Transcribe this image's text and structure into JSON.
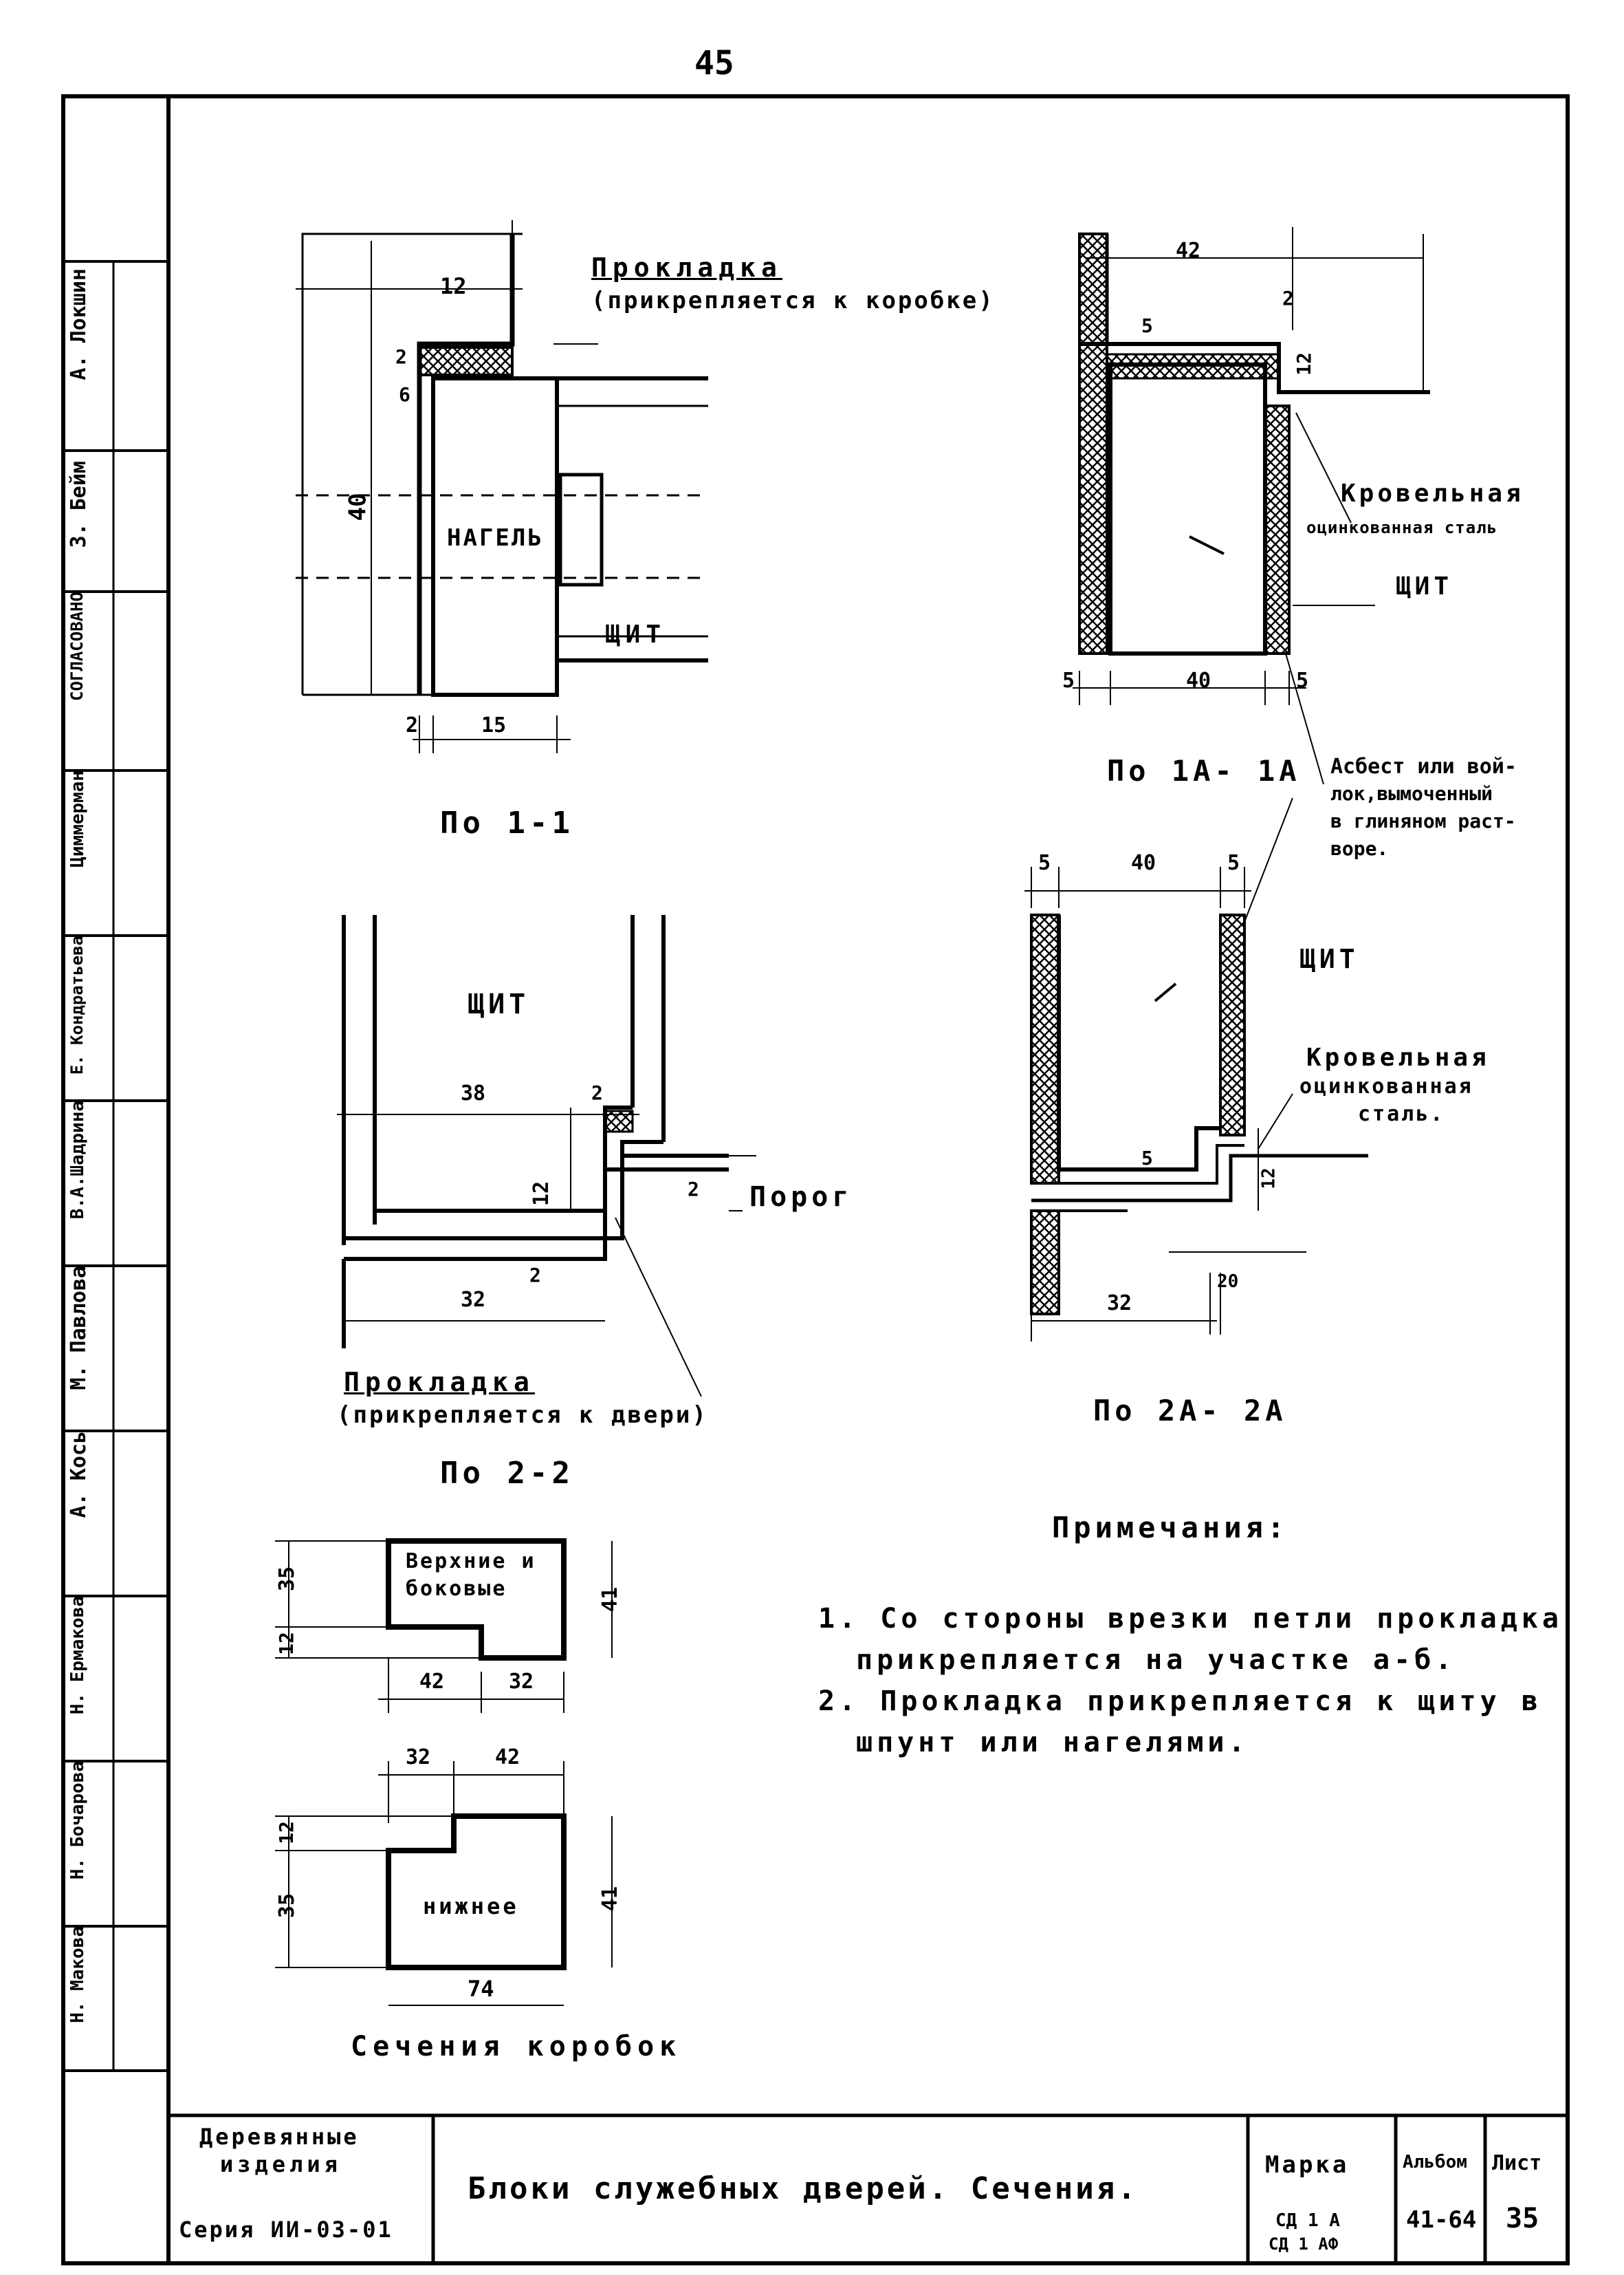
{
  "page_number": "45",
  "left_strip": {
    "names": [
      "А. Локшин",
      "З. Бейм",
      "Циммерман",
      "Е. Кондратьева",
      "В.А.Шадрина",
      "М. Павлова",
      "А. Кось",
      "Н. Ермакова",
      "Н. Бочарова",
      "Н. Макова"
    ],
    "stamp": "СОГЛАСОВАНО"
  },
  "details": {
    "d1": {
      "caption": "По 1-1",
      "label_gasket": "Прокладка",
      "label_gasket_note": "(прикрепляется к коробке)",
      "label_nagel": "НАГЕЛЬ",
      "label_shield": "ЩИТ",
      "dims": {
        "d12": "12",
        "d2": "2",
        "d6": "6",
        "d40": "40",
        "d2b": "2",
        "d15": "15"
      }
    },
    "d1a": {
      "caption": "По 1А- 1А",
      "label_roof": "Кровельная",
      "label_roof2": "оцинкованная сталь",
      "label_shield": "ЩИТ",
      "label_asbestos": "Асбест или вой-",
      "label_asbestos2": "лок,вымоченный",
      "label_asbestos3": "в глиняном раст-",
      "label_asbestos4": "воре.",
      "dims": {
        "d42": "42",
        "d2": "2",
        "d5": "5",
        "d12": "12",
        "d5l": "5",
        "d40": "40",
        "d5r": "5"
      }
    },
    "d2": {
      "caption": "По 2-2",
      "label_shield": "ЩИТ",
      "label_threshold": "Порог",
      "label_gasket": "Прокладка",
      "label_gasket_note": "(прикрепляется к двери)",
      "dims": {
        "d38": "38",
        "d2": "2",
        "d12": "12",
        "d2b": "2",
        "d2c": "2",
        "d32": "32"
      }
    },
    "d2a": {
      "caption": "По 2А- 2А",
      "label_shield": "ЩИТ",
      "label_roof": "Кровельная",
      "label_roof2": "оцинкованная",
      "label_roof3": "сталь.",
      "dims": {
        "d5l": "5",
        "d40": "40",
        "d5r": "5",
        "d5": "5",
        "d12": "12",
        "d32": "32",
        "d20": "20"
      }
    },
    "frames": {
      "caption": "Сечения коробок",
      "upper_label": "Верхние и",
      "upper_label2": "боковые",
      "lower_label": "нижнее",
      "dims_upper": {
        "h35": "35",
        "h12": "12",
        "w42": "42",
        "w32": "32",
        "h41": "41"
      },
      "dims_lower": {
        "w32": "32",
        "w42": "42",
        "h12": "12",
        "h35": "35",
        "h41": "41",
        "w74": "74"
      }
    }
  },
  "notes": {
    "title": "Примечания:",
    "items": [
      "1. Со стороны врезки петли прокладка",
      "прикрепляется на участке а-б.",
      "2. Прокладка прикрепляется к щиту в",
      "шпунт или нагелями."
    ]
  },
  "title_block": {
    "org_line1": "Деревянные",
    "org_line2": "изделия",
    "series": "Серия ИИ-03-01",
    "title": "Блоки служебных дверей. Сечения.",
    "marka_label": "Марка",
    "marka_value1": "СД 1 А",
    "marka_value2": "СД 1 АФ",
    "album_label": "Альбом",
    "album_value": "41-64",
    "sheet_label": "Лист",
    "sheet_value": "35"
  }
}
